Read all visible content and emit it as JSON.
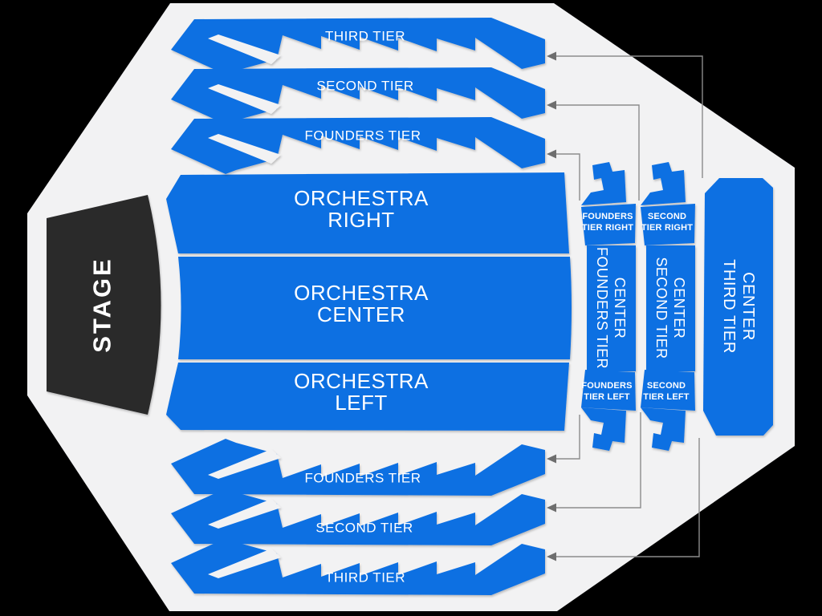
{
  "venue": {
    "stage_label": "STAGE",
    "top_tiers": [
      "THIRD TIER",
      "SECOND TIER",
      "FOUNDERS TIER"
    ],
    "bottom_tiers": [
      "FOUNDERS TIER",
      "SECOND TIER",
      "THIRD TIER"
    ],
    "orchestra": [
      {
        "lines": [
          "ORCHESTRA",
          "RIGHT"
        ]
      },
      {
        "lines": [
          "ORCHESTRA",
          "CENTER"
        ]
      },
      {
        "lines": [
          "ORCHESTRA",
          "LEFT"
        ]
      }
    ],
    "side": {
      "founders": {
        "right": {
          "lines": [
            "FOUNDERS",
            "TIER RIGHT"
          ]
        },
        "center": {
          "lines": [
            "FOUNDERS TIER",
            "CENTER"
          ]
        },
        "left": {
          "lines": [
            "FOUNDERS",
            "TIER LEFT"
          ]
        }
      },
      "second": {
        "right": {
          "lines": [
            "SECOND",
            "TIER RIGHT"
          ]
        },
        "center": {
          "lines": [
            "SECOND TIER",
            "CENTER"
          ]
        },
        "left": {
          "lines": [
            "SECOND",
            "TIER LEFT"
          ]
        }
      },
      "third_center": {
        "lines": [
          "THIRD TIER",
          "CENTER"
        ]
      }
    },
    "colors": {
      "section_blue": "#1170e2",
      "stage_dark": "#2b2b2b",
      "floor_gray": "#f2f2f3",
      "background": "#000000",
      "connector_gray": "#8c8c8c"
    }
  }
}
